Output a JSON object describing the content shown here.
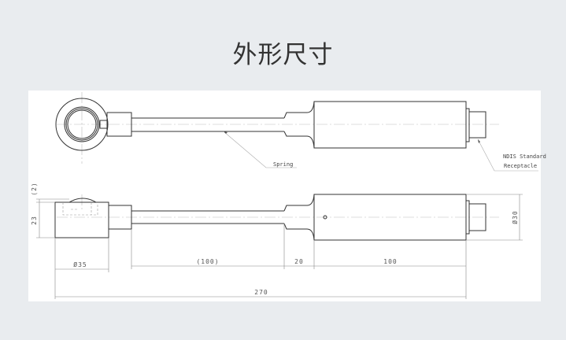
{
  "title": "外形尺寸",
  "drawing": {
    "labels": {
      "spring": "Spring",
      "receptacle_line1": "NDIS Standard",
      "receptacle_line2": "Receptacle"
    },
    "dimensions": {
      "overall_length": "270",
      "puck_diameter": "Ø35",
      "spring_length": "(100)",
      "neck_length": "20",
      "body_length": "100",
      "body_diameter": "Ø30",
      "puck_height": "23",
      "dome_height": "(2)"
    }
  }
}
